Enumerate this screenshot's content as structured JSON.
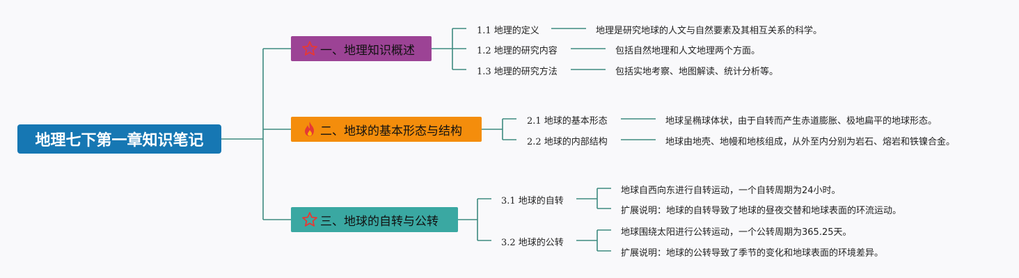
{
  "root": {
    "title": "地理七下第一章知识笔记"
  },
  "colors": {
    "root": "#1677b3",
    "line": "#3d8a7f",
    "s1": "#9c4395",
    "s2": "#f48d0c",
    "s3": "#3aa8a2"
  },
  "sections": [
    {
      "label": "一、地理知识概述",
      "icon": "star-icon",
      "subs": [
        {
          "label": "1.1 地理的定义",
          "leaf": "地理是研究地球的人文与自然要素及其相互关系的科学。"
        },
        {
          "label": "1.2 地理的研究内容",
          "leaf": "包括自然地理和人文地理两个方面。"
        },
        {
          "label": "1.3 地理的研究方法",
          "leaf": "包括实地考察、地图解读、统计分析等。"
        }
      ]
    },
    {
      "label": "二、地球的基本形态与结构",
      "icon": "fire-icon",
      "subs": [
        {
          "label": "2.1 地球的基本形态",
          "leaf": "地球呈椭球体状，由于自转而产生赤道膨胀、极地扁平的地球形态。"
        },
        {
          "label": "2.2 地球的内部结构",
          "leaf": "地球由地壳、地幔和地核组成，从外至内分别为岩石、熔岩和铁镍合金。"
        }
      ]
    },
    {
      "label": "三、地球的自转与公转",
      "icon": "star-icon",
      "subs": [
        {
          "label": "3.1 地球的自转",
          "leaves": [
            "地球自西向东进行自转运动，一个自转周期为24小时。",
            "扩展说明：地球的自转导致了地球的昼夜交替和地球表面的环流运动。"
          ]
        },
        {
          "label": "3.2 地球的公转",
          "leaves": [
            "地球围绕太阳进行公转运动，一个公转周期为365.25天。",
            "扩展说明：地球的公转导致了季节的变化和地球表面的环境差异。"
          ]
        }
      ]
    }
  ]
}
